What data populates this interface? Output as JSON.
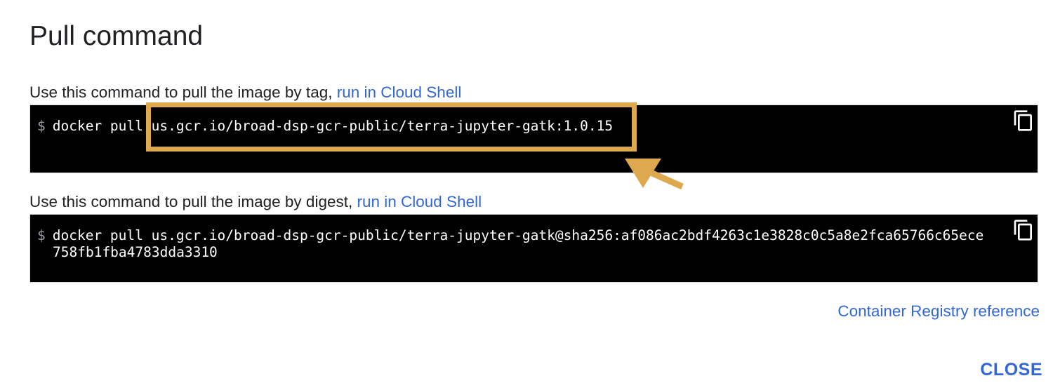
{
  "dialog": {
    "title": "Pull command",
    "tag_section": {
      "label": "Use this command to pull the image by tag, ",
      "link": "run in Cloud Shell",
      "prompt": "$",
      "command_prefix": "docker pull ",
      "command_image": "us.gcr.io/broad-dsp-gcr-public/terra-jupyter-gatk:1.0.15"
    },
    "digest_section": {
      "label": "Use this command to pull the image by digest, ",
      "link": "run in Cloud Shell",
      "prompt": "$",
      "command": "docker pull us.gcr.io/broad-dsp-gcr-public/terra-jupyter-gatk@sha256:af086ac2bdf4263c1e3828c0c5a8e2fca65766c65ece758fb1fba4783dda3310"
    },
    "reference_link": "Container Registry reference",
    "close_label": "CLOSE"
  },
  "icons": {
    "copy": "copy-icon"
  },
  "colors": {
    "link": "#3367d6",
    "code_bg": "#000000",
    "highlight": "#dea84e"
  }
}
